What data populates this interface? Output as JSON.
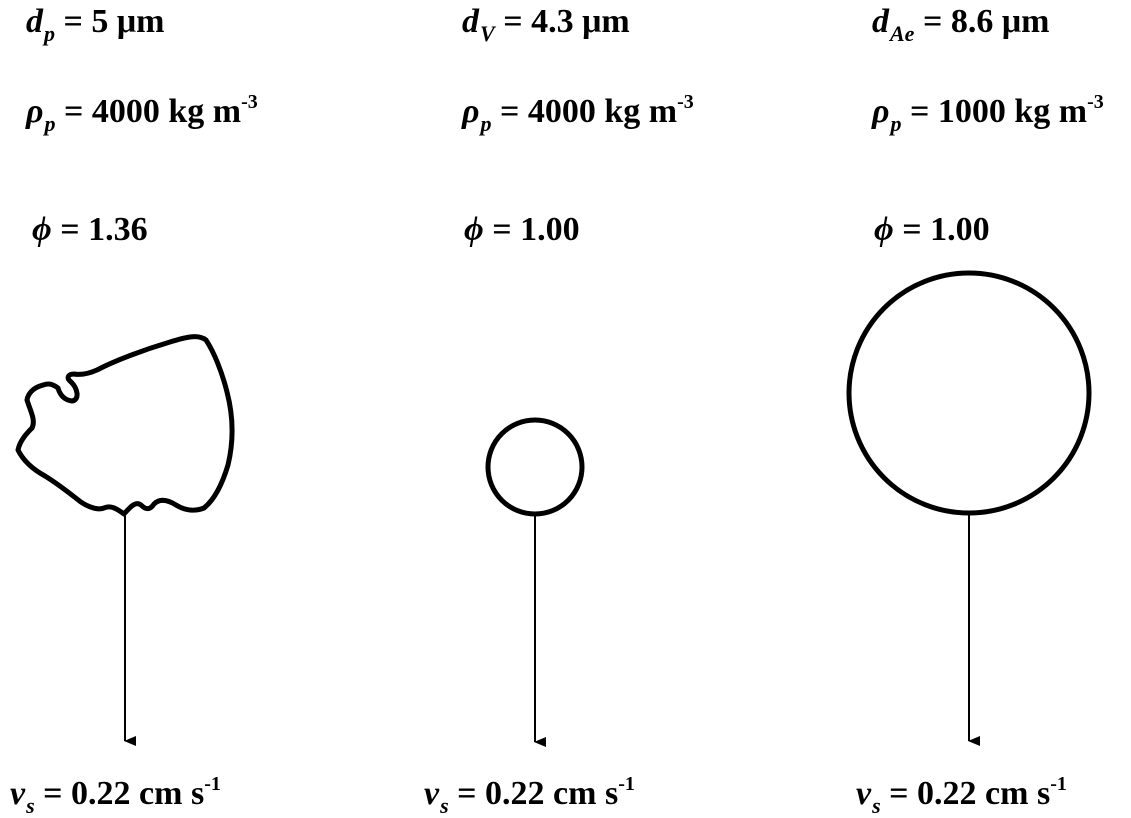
{
  "particles": [
    {
      "diameter": {
        "symbol": "d",
        "subscript": "p",
        "value": "5",
        "unit": "μm"
      },
      "density": {
        "symbol": "ρ",
        "subscript": "p",
        "value": "4000",
        "unit": "kg m",
        "unit_exp": "-3"
      },
      "shape_factor": {
        "symbol": "ϕ",
        "value": "1.36"
      },
      "velocity": {
        "symbol": "v",
        "subscript": "s",
        "value": "0.22",
        "unit": "cm s",
        "unit_exp": "-1"
      },
      "shape": "irregular"
    },
    {
      "diameter": {
        "symbol": "d",
        "subscript": "V",
        "value": "4.3",
        "unit": "μm"
      },
      "density": {
        "symbol": "ρ",
        "subscript": "p",
        "value": "4000",
        "unit": "kg m",
        "unit_exp": "-3"
      },
      "shape_factor": {
        "symbol": "ϕ",
        "value": "1.00"
      },
      "velocity": {
        "symbol": "v",
        "subscript": "s",
        "value": "0.22",
        "unit": "cm s",
        "unit_exp": "-1"
      },
      "shape": "small-sphere"
    },
    {
      "diameter": {
        "symbol": "d",
        "subscript": "Ae",
        "value": "8.6",
        "unit": "μm"
      },
      "density": {
        "symbol": "ρ",
        "subscript": "p",
        "value": "1000",
        "unit": "kg m",
        "unit_exp": "-3"
      },
      "shape_factor": {
        "symbol": "ϕ",
        "value": "1.00"
      },
      "velocity": {
        "symbol": "v",
        "subscript": "s",
        "value": "0.22",
        "unit": "cm s",
        "unit_exp": "-1"
      },
      "shape": "large-sphere"
    }
  ]
}
